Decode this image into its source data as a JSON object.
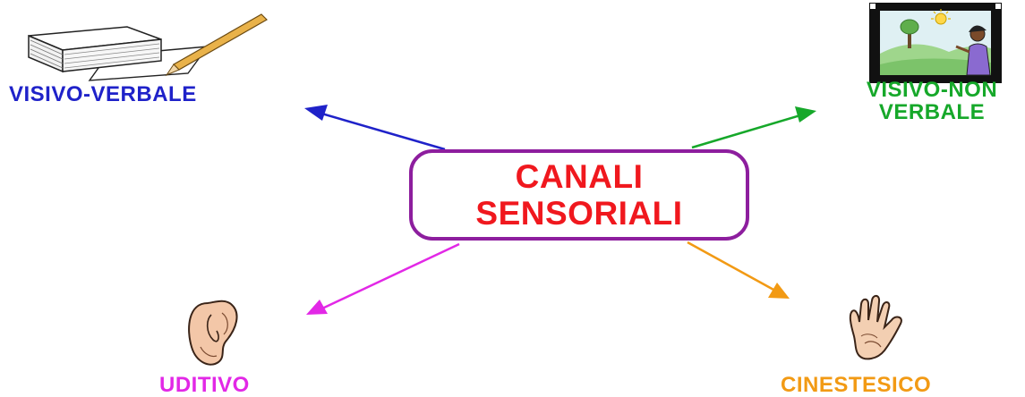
{
  "center": {
    "line1": "CANALI",
    "line2": "SENSORIALI",
    "text_color": "#f0181e",
    "border_color": "#8d1e9e"
  },
  "nodes": [
    {
      "id": "visivo-verbale",
      "label": "VISIVO-VERBALE",
      "color": "#1f22c9",
      "icon": "book-pencil-icon"
    },
    {
      "id": "visivo-non-verbale",
      "label_line1": "VISIVO-NON",
      "label_line2": "VERBALE",
      "color": "#16a82a",
      "icon": "picture-frame-icon"
    },
    {
      "id": "uditivo",
      "label": "UDITIVO",
      "color": "#e228e6",
      "icon": "ear-icon"
    },
    {
      "id": "cinestesico",
      "label": "CINESTESICO",
      "color": "#f29a14",
      "icon": "hand-icon"
    }
  ]
}
